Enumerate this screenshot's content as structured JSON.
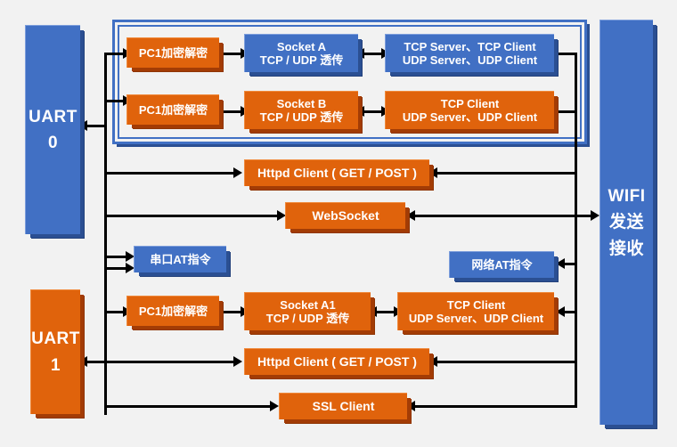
{
  "diagram": {
    "title": "UART / WIFI data path diagram",
    "colors": {
      "orange": "#e0630c",
      "orange_shadow": "#a33c05",
      "blue": "#4170c4",
      "blue_shadow": "#2b4f92",
      "background": "#f2f2f2",
      "line": "#000000",
      "text": "#ffffff"
    },
    "endpoints": {
      "uart0": "UART\n0",
      "uart1": "UART\n1",
      "wifi": "WIFI\n发送\n接收"
    },
    "group_top": {
      "rows": [
        {
          "crypto": "PC1加密解密",
          "socket": "Socket A\nTCP / UDP 透传",
          "protocol": "TCP Server、TCP Client\nUDP Server、UDP Client",
          "crypto_color": "orange",
          "socket_color": "blue",
          "protocol_color": "blue"
        },
        {
          "crypto": "PC1加密解密",
          "socket": "Socket B\nTCP / UDP 透传",
          "protocol": "TCP Client\nUDP Server、UDP Client",
          "crypto_color": "orange",
          "socket_color": "orange",
          "protocol_color": "orange"
        }
      ]
    },
    "uart0_services": [
      {
        "label": "Httpd Client ( GET / POST )",
        "color": "orange"
      },
      {
        "label": "WebSocket",
        "color": "orange"
      }
    ],
    "at_commands": {
      "serial": "串口AT指令",
      "network": "网络AT指令"
    },
    "uart1_row": {
      "crypto": "PC1加密解密",
      "socket": "Socket A1\nTCP / UDP 透传",
      "protocol": "TCP Client\nUDP Server、UDP Client"
    },
    "uart1_services": [
      {
        "label": "Httpd Client ( GET / POST )",
        "color": "orange"
      },
      {
        "label": "SSL Client",
        "color": "orange"
      }
    ]
  }
}
